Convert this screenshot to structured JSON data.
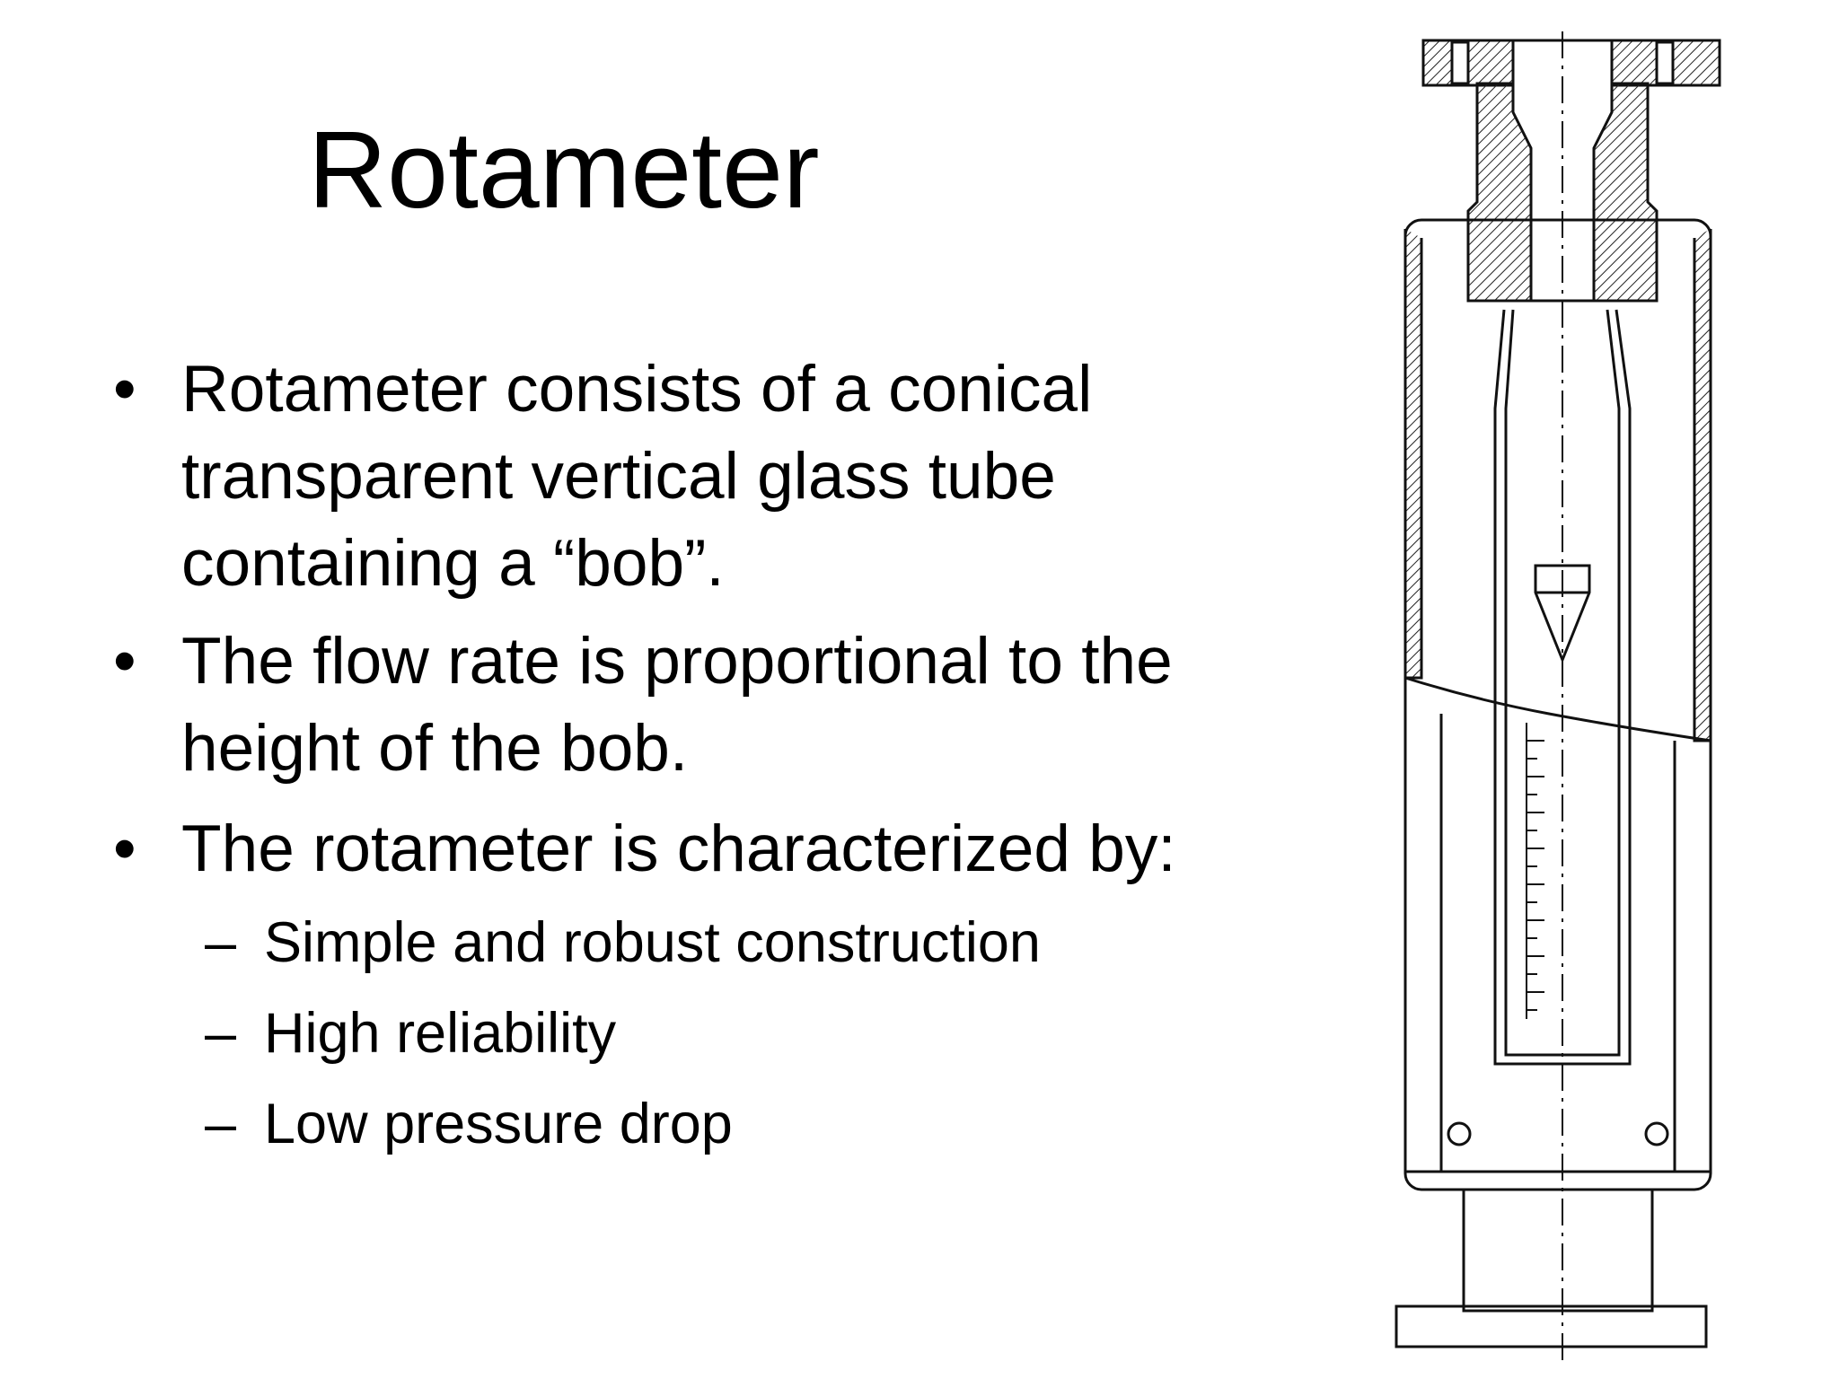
{
  "slide": {
    "title": "Rotameter",
    "bullets": [
      {
        "marker": "•",
        "text": "Rotameter consists of a conical\ntransparent vertical glass tube\ncontaining a “bob”."
      },
      {
        "marker": "•",
        "text": "The flow rate is proportional to the\nheight of the bob."
      },
      {
        "marker": "•",
        "text": "The rotameter is characterized by:"
      }
    ],
    "sub_bullets": [
      {
        "marker": "–",
        "text": "Simple and robust construction"
      },
      {
        "marker": "–",
        "text": "High reliability"
      },
      {
        "marker": "–",
        "text": "Low pressure drop"
      }
    ]
  }
}
